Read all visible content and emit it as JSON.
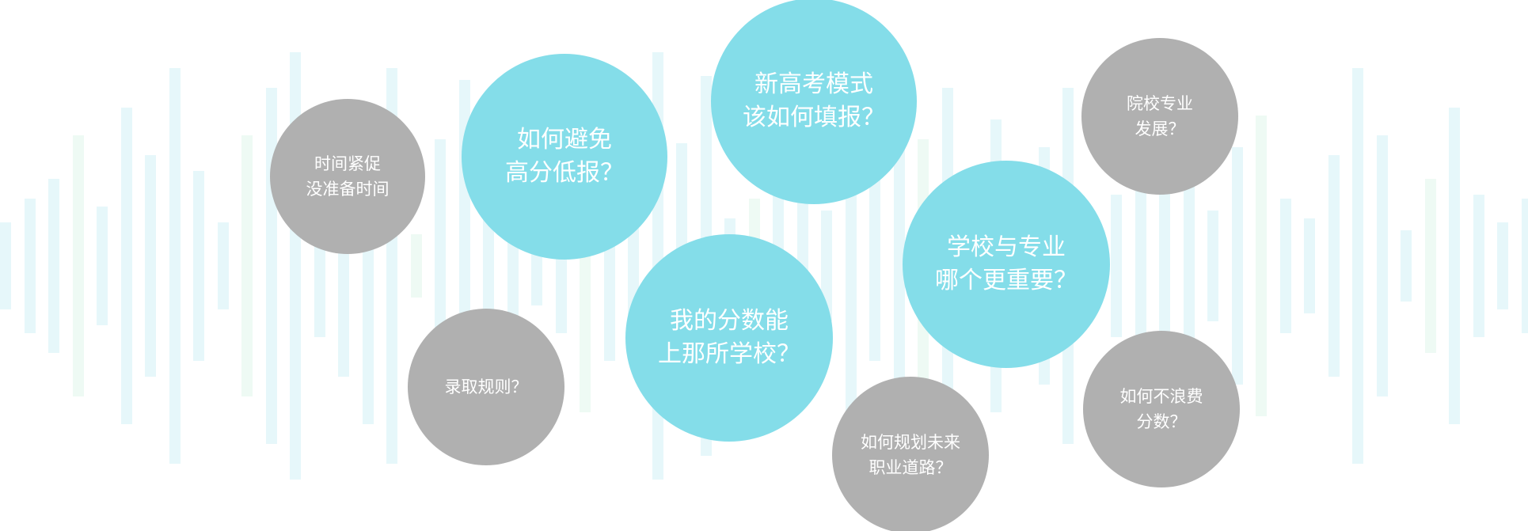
{
  "colors": {
    "primary_bubble": "#84dde9",
    "secondary_bubble": "#b0b0b0",
    "bar": "#e6f7fa",
    "bar_alt": "#eefaf4"
  },
  "bubbles": [
    {
      "id": "time-short",
      "lines": [
        "时间紧促",
        "没准备时间"
      ]
    },
    {
      "id": "avoid-low",
      "lines": [
        "如何避免",
        "高分低报？"
      ]
    },
    {
      "id": "new-gaokao",
      "lines": [
        "新高考模式",
        "该如何填报？"
      ]
    },
    {
      "id": "major-development",
      "lines": [
        "院校专业",
        "发展？"
      ]
    },
    {
      "id": "school-vs-major",
      "lines": [
        "学校与专业",
        "哪个更重要？"
      ]
    },
    {
      "id": "which-school",
      "lines": [
        "我的分数能",
        "上那所学校？"
      ]
    },
    {
      "id": "admission-rules",
      "lines": [
        "录取规则？"
      ]
    },
    {
      "id": "career-plan",
      "lines": [
        "如何规划未来",
        "职业道路？"
      ]
    },
    {
      "id": "no-waste",
      "lines": [
        "如何不浪费",
        "分数？"
      ]
    }
  ]
}
